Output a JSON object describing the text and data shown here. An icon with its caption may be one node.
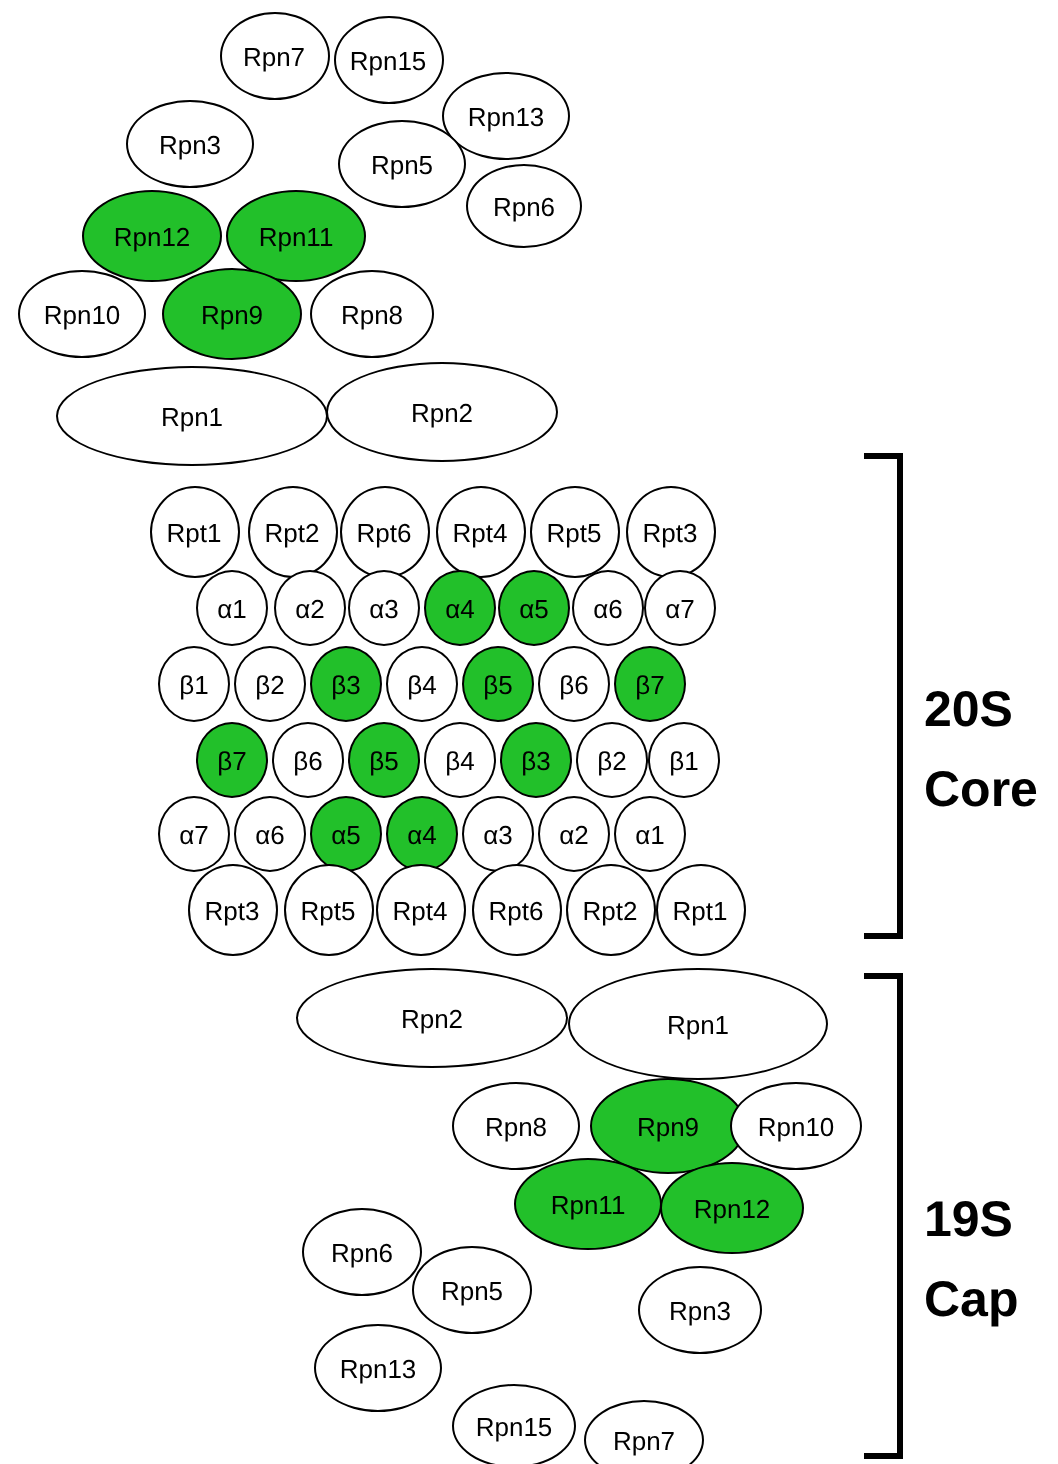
{
  "diagram": {
    "nodes": [
      {
        "text": [
          "Rpn7"
        ]
      },
      {
        "text": [
          "Rpn15"
        ]
      },
      {
        "text": [
          "Rpn13"
        ]
      },
      {
        "text": [
          "Rpn3"
        ]
      },
      {
        "text": [
          "Rpn5"
        ]
      },
      {
        "text": [
          "Rpn6"
        ]
      },
      {
        "text": [
          "Rpn12"
        ]
      },
      {
        "text": [
          "Rpn11"
        ]
      },
      {
        "text": [
          "Rpn10"
        ]
      },
      {
        "text": [
          "Rpn9"
        ]
      },
      {
        "text": [
          "Rpn8"
        ]
      },
      {
        "text": [
          "Rpn1"
        ]
      },
      {
        "text": [
          "Rpn2"
        ]
      },
      {
        "text": [
          "Rpt1"
        ]
      },
      {
        "text": [
          "Rpt2"
        ]
      },
      {
        "text": [
          "Rpt6"
        ]
      },
      {
        "text": [
          "Rpt4"
        ]
      },
      {
        "text": [
          "Rpt5"
        ]
      },
      {
        "text": [
          "Rpt3"
        ]
      },
      {
        "text": [
          "α1"
        ]
      },
      {
        "text": [
          "α2"
        ]
      },
      {
        "text": [
          "α3"
        ]
      },
      {
        "text": [
          "α4"
        ]
      },
      {
        "text": [
          "α5"
        ]
      },
      {
        "text": [
          "α6"
        ]
      },
      {
        "text": [
          "α7"
        ]
      },
      {
        "text": [
          "β1"
        ]
      },
      {
        "text": [
          "β2"
        ]
      },
      {
        "text": [
          "β3"
        ]
      },
      {
        "text": [
          "β4"
        ]
      },
      {
        "text": [
          "β5"
        ]
      },
      {
        "text": [
          "β6"
        ]
      },
      {
        "text": [
          "β7"
        ]
      },
      {
        "text": [
          "β7"
        ]
      },
      {
        "text": [
          "β6"
        ]
      },
      {
        "text": [
          "β5"
        ]
      },
      {
        "text": [
          "β4"
        ]
      },
      {
        "text": [
          "β3"
        ]
      },
      {
        "text": [
          "β2"
        ]
      },
      {
        "text": [
          "β1"
        ]
      },
      {
        "text": [
          "α7"
        ]
      },
      {
        "text": [
          "α6"
        ]
      },
      {
        "text": [
          "α5"
        ]
      },
      {
        "text": [
          "α4"
        ]
      },
      {
        "text": [
          "α3"
        ]
      },
      {
        "text": [
          "α2"
        ]
      },
      {
        "text": [
          "α1"
        ]
      },
      {
        "text": [
          "Rpt3"
        ]
      },
      {
        "text": [
          "Rpt5"
        ]
      },
      {
        "text": [
          "Rpt4"
        ]
      },
      {
        "text": [
          "Rpt6"
        ]
      },
      {
        "text": [
          "Rpt2"
        ]
      },
      {
        "text": [
          "Rpt1"
        ]
      },
      {
        "text": [
          "Rpn2"
        ]
      },
      {
        "text": [
          "Rpn1"
        ]
      },
      {
        "text": [
          "Rpn8"
        ]
      },
      {
        "text": [
          "Rpn9"
        ]
      },
      {
        "text": [
          "Rpn10"
        ]
      },
      {
        "text": [
          "Rpn11"
        ]
      },
      {
        "text": [
          "Rpn12"
        ]
      },
      {
        "text": [
          "Rpn6"
        ]
      },
      {
        "text": [
          "Rpn5"
        ]
      },
      {
        "text": [
          "Rpn3"
        ]
      },
      {
        "text": [
          "Rpn13"
        ]
      },
      {
        "text": [
          "Rpn15"
        ]
      },
      {
        "text": [
          "Rpn7"
        ]
      }
    ],
    "edges": [],
    "labels": [
      "20S Core",
      "19S Cap"
    ]
  }
}
